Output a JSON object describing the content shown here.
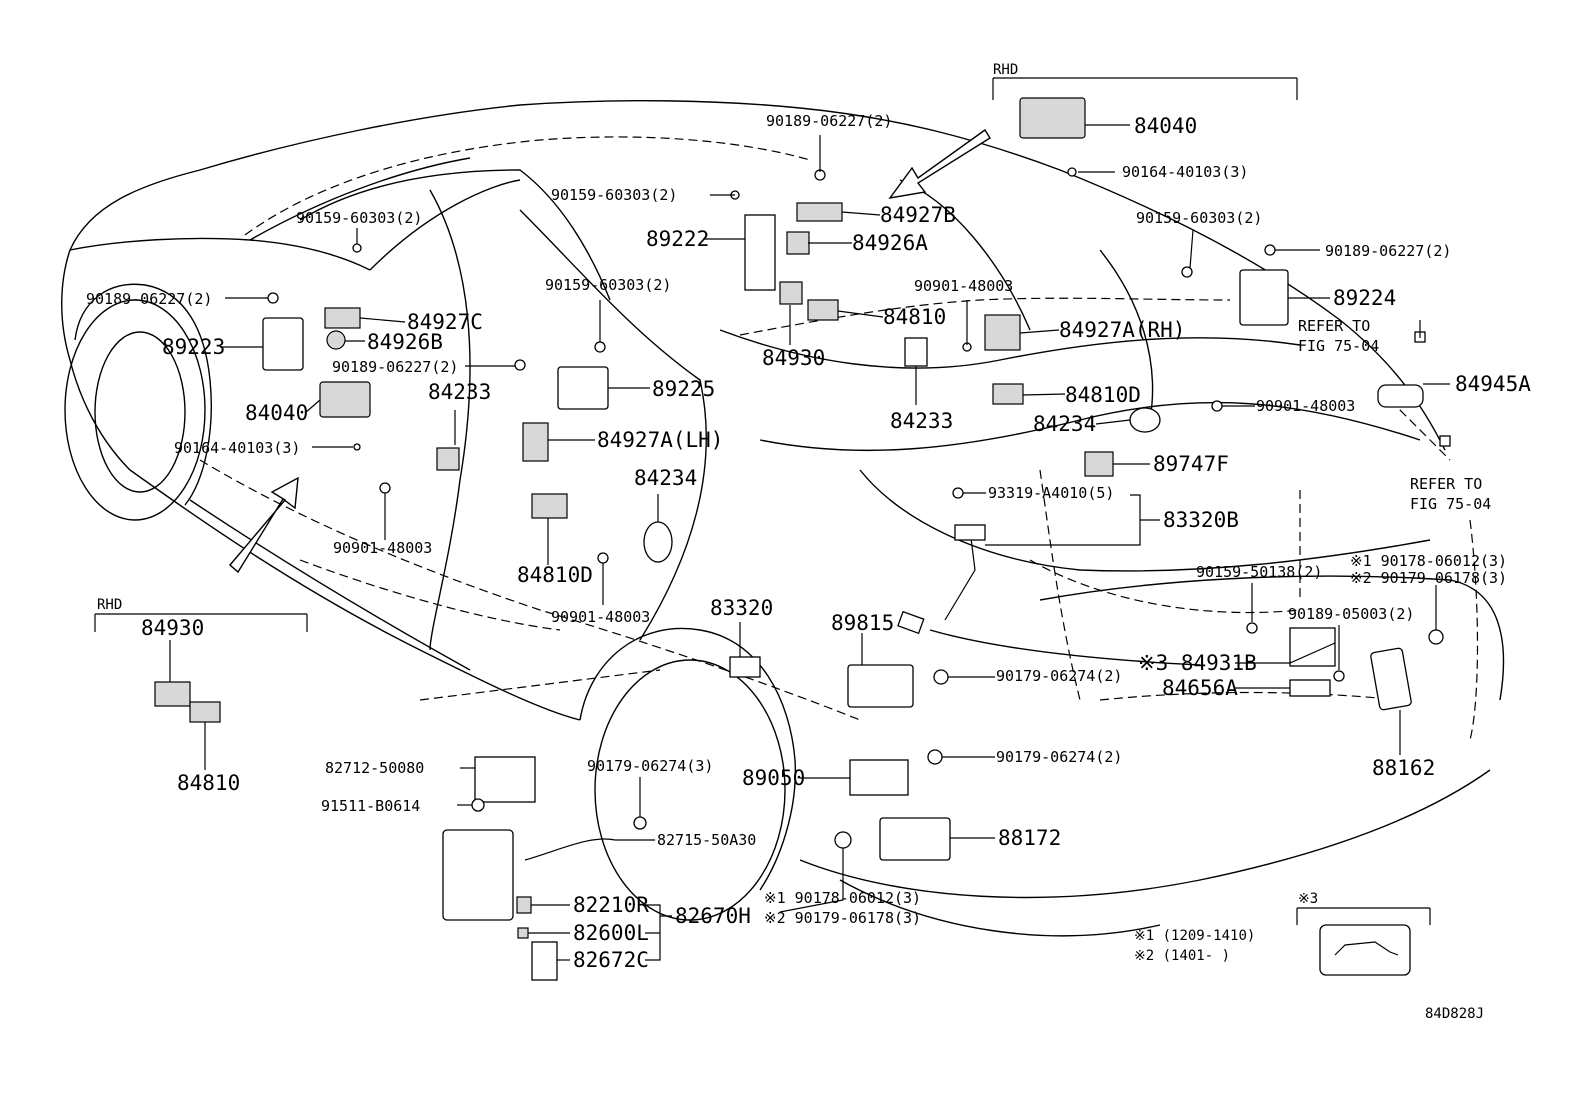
{
  "diagram_code": "84D828J",
  "group_labels": {
    "rhd_top": "RHD",
    "rhd_left": "RHD",
    "note3_mark": "※3"
  },
  "notes": {
    "note1": "※1 (1209-1410)",
    "note2": "※2 (1401-     )"
  },
  "callouts": [
    {
      "id": "p90189-06227-2-top",
      "text": "90189-06227(2)"
    },
    {
      "id": "p90159-60303-2-top",
      "text": "90159-60303(2)"
    },
    {
      "id": "p84927B",
      "text": "84927B"
    },
    {
      "id": "p89222",
      "text": "89222"
    },
    {
      "id": "p84926A",
      "text": "84926A"
    },
    {
      "id": "p90901-48003-mid",
      "text": "90901-48003"
    },
    {
      "id": "p84810-mid",
      "text": "84810"
    },
    {
      "id": "p84930-mid",
      "text": "84930"
    },
    {
      "id": "p84927A-RH",
      "text": "84927A(RH)"
    },
    {
      "id": "p84233-mid",
      "text": "84233"
    },
    {
      "id": "p84810D-mid",
      "text": "84810D"
    },
    {
      "id": "p84234-mid",
      "text": "84234"
    },
    {
      "id": "p90901-48003-right",
      "text": "90901-48003"
    },
    {
      "id": "p89747F",
      "text": "89747F"
    },
    {
      "id": "p93319-A4010-5",
      "text": "93319-A4010(5)"
    },
    {
      "id": "p83320B",
      "text": "83320B"
    },
    {
      "id": "p84040-rhd",
      "text": "84040"
    },
    {
      "id": "p90164-40103-3-rhd",
      "text": "90164-40103(3)"
    },
    {
      "id": "p90159-60303-2-right",
      "text": "90159-60303(2)"
    },
    {
      "id": "p90189-06227-2-right",
      "text": "90189-06227(2)"
    },
    {
      "id": "p89224",
      "text": "89224"
    },
    {
      "id": "p84945A",
      "text": "84945A"
    },
    {
      "id": "p90159-60303-2-left",
      "text": "90159-60303(2)"
    },
    {
      "id": "p90189-06227-2-left",
      "text": "90189-06227(2)"
    },
    {
      "id": "p84927C",
      "text": "84927C"
    },
    {
      "id": "p89223",
      "text": "89223"
    },
    {
      "id": "p84926B",
      "text": "84926B"
    },
    {
      "id": "p84040-left",
      "text": "84040"
    },
    {
      "id": "p90164-40103-3-left",
      "text": "90164-40103(3)"
    },
    {
      "id": "p90901-48003-left",
      "text": "90901-48003"
    },
    {
      "id": "p90159-60303-2-center",
      "text": "90159-60303(2)"
    },
    {
      "id": "p90189-06227-2-center",
      "text": "90189-06227(2)"
    },
    {
      "id": "p84233-left",
      "text": "84233"
    },
    {
      "id": "p89225",
      "text": "89225"
    },
    {
      "id": "p84927A-LH",
      "text": "84927A(LH)"
    },
    {
      "id": "p84234-left",
      "text": "84234"
    },
    {
      "id": "p84810D-left",
      "text": "84810D"
    },
    {
      "id": "p90901-48003-lower",
      "text": "90901-48003"
    },
    {
      "id": "p83320",
      "text": "83320"
    },
    {
      "id": "p84930-rhd",
      "text": "84930"
    },
    {
      "id": "p84810-rhd",
      "text": "84810"
    },
    {
      "id": "p89815",
      "text": "89815"
    },
    {
      "id": "p90179-06274-2-a",
      "text": "90179-06274(2)"
    },
    {
      "id": "p90179-06274-3",
      "text": "90179-06274(3)"
    },
    {
      "id": "p89050",
      "text": "89050"
    },
    {
      "id": "p90179-06274-2-b",
      "text": "90179-06274(2)"
    },
    {
      "id": "p82712-50080",
      "text": "82712-50080"
    },
    {
      "id": "p91511-B0614",
      "text": "91511-B0614"
    },
    {
      "id": "p82715-50A30",
      "text": "82715-50A30"
    },
    {
      "id": "p82210R",
      "text": "82210R"
    },
    {
      "id": "p82600L",
      "text": "82600L"
    },
    {
      "id": "p82672C",
      "text": "82672C"
    },
    {
      "id": "p82670H",
      "text": "82670H"
    },
    {
      "id": "p90178-06012-3-low",
      "text": "※1 90178-06012(3)"
    },
    {
      "id": "p90179-06178-3-low",
      "text": "※2 90179-06178(3)"
    },
    {
      "id": "p88172",
      "text": "88172"
    },
    {
      "id": "p90159-50138-2",
      "text": "90159-50138(2)"
    },
    {
      "id": "p90178-06012-3-high",
      "text": "※1 90178-06012(3)"
    },
    {
      "id": "p90179-06178-3-high",
      "text": "※2 90179-06178(3)"
    },
    {
      "id": "p90189-05003-2",
      "text": "90189-05003(2)"
    },
    {
      "id": "p84931B",
      "text": "※3 84931B"
    },
    {
      "id": "p84656A",
      "text": "84656A"
    },
    {
      "id": "p88162",
      "text": "88162"
    }
  ],
  "refer_notes": [
    {
      "id": "refer-upper",
      "line1": "REFER TO",
      "line2": "FIG 75-04"
    },
    {
      "id": "refer-lower",
      "line1": "REFER TO",
      "line2": "FIG 75-04"
    }
  ]
}
